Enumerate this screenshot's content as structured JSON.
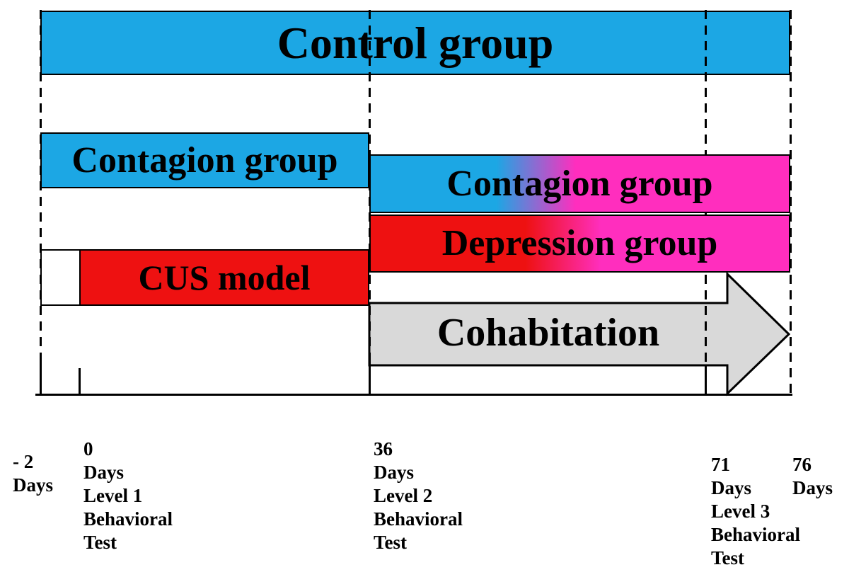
{
  "colors": {
    "blue": "#1CA7E4",
    "magenta": "#FF2EBE",
    "red": "#EE1111",
    "gray": "#D9D9D9"
  },
  "bars": {
    "control": {
      "label": "Control group"
    },
    "contagion_phase1": {
      "label": "Contagion group"
    },
    "contagion_phase2": {
      "label": "Contagion group"
    },
    "depression": {
      "label": "Depression group"
    },
    "cus": {
      "label": "CUS model"
    },
    "cohabitation": {
      "label": "Cohabitation"
    }
  },
  "timeline": {
    "markers": [
      {
        "day": "- 2",
        "lines": [
          "- 2",
          "Days"
        ]
      },
      {
        "day": "0",
        "lines": [
          "0",
          "Days",
          "Level 1",
          "Behavioral",
          "Test"
        ]
      },
      {
        "day": "36",
        "lines": [
          "36",
          "Days",
          "Level 2",
          "Behavioral",
          "Test"
        ]
      },
      {
        "day": "71",
        "lines": [
          "71",
          "Days",
          "Level 3",
          "Behavioral",
          "Test"
        ]
      },
      {
        "day": "76",
        "lines": [
          "76",
          "Days"
        ]
      }
    ]
  }
}
